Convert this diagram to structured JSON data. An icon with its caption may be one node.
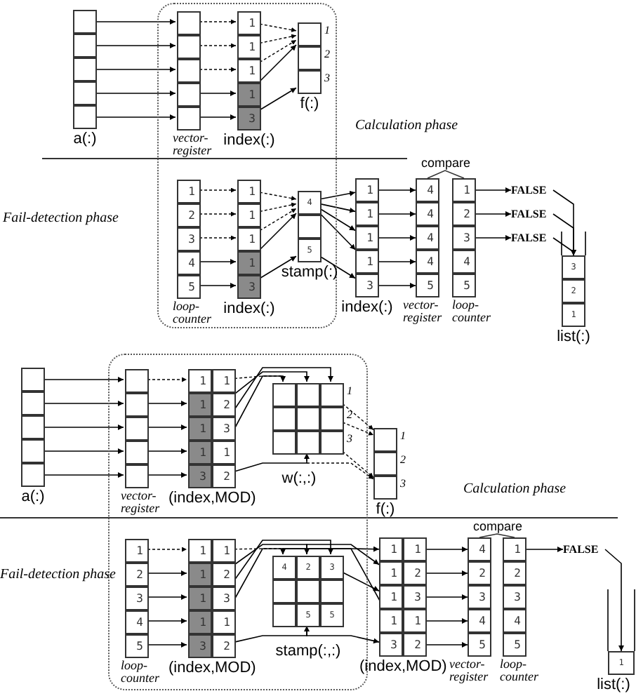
{
  "diagram": {
    "nodes": [
      {
        "text": [
          "a(:)"
        ]
      },
      {
        "text": [],
        "shape": "box",
        "in": 0
      },
      {
        "text": [],
        "shape": "box",
        "in": 0
      },
      {
        "text": [],
        "shape": "box",
        "in": 0
      },
      {
        "text": [],
        "shape": "box",
        "in": 0
      },
      {
        "text": [],
        "shape": "box",
        "in": 0
      },
      {
        "text": [],
        "shape": "box"
      },
      {
        "text": [
          "vector- register"
        ],
        "in": 6
      },
      {
        "text": [],
        "shape": "box",
        "in": 7
      },
      {
        "text": [],
        "shape": "box",
        "in": 7
      },
      {
        "text": [],
        "shape": "box",
        "in": 7
      },
      {
        "text": [],
        "shape": "box",
        "in": 7
      },
      {
        "text": [],
        "shape": "box",
        "in": 7
      },
      {
        "text": [
          "index(:)"
        ],
        "in": 6
      },
      {
        "text": [
          "1"
        ],
        "in": 13
      },
      {
        "text": [
          "1"
        ],
        "in": 13
      },
      {
        "text": [
          "1"
        ],
        "in": 13
      },
      {
        "text": [
          "1"
        ],
        "in": 13
      },
      {
        "text": [
          "3"
        ],
        "in": 13
      },
      {
        "text": [
          "f(:)"
        ],
        "in": 6
      },
      {
        "text": [],
        "shape": "box",
        "in": 19,
        "beside": [
          "1"
        ]
      },
      {
        "text": [],
        "shape": "box",
        "in": 19,
        "beside": [
          "2"
        ]
      },
      {
        "text": [],
        "shape": "box",
        "in": 19,
        "beside": [
          "3"
        ]
      },
      {
        "text": [
          "loop- counter"
        ],
        "in": 6
      },
      {
        "text": [
          "1"
        ],
        "in": 23
      },
      {
        "text": [
          "2"
        ],
        "in": 23
      },
      {
        "text": [
          "3"
        ],
        "in": 23
      },
      {
        "text": [
          "4"
        ],
        "in": 23
      },
      {
        "text": [
          "5"
        ],
        "in": 23
      },
      {
        "text": [
          "index(:)"
        ],
        "in": 6
      },
      {
        "text": [
          "1"
        ],
        "in": 29
      },
      {
        "text": [
          "1"
        ],
        "in": 29
      },
      {
        "text": [
          "1"
        ],
        "in": 29
      },
      {
        "text": [
          "1"
        ],
        "in": 29
      },
      {
        "text": [
          "3"
        ],
        "in": 29
      },
      {
        "text": [
          "stamp(:)"
        ],
        "in": 6
      },
      {
        "text": [
          "4"
        ],
        "in": 35
      },
      {
        "text": [],
        "shape": "box",
        "in": 35
      },
      {
        "text": [
          "5"
        ],
        "in": 35
      },
      {
        "text": [
          "index(:)"
        ]
      },
      {
        "text": [
          "1"
        ],
        "in": 39
      },
      {
        "text": [
          "1"
        ],
        "in": 39
      },
      {
        "text": [
          "1"
        ],
        "in": 39
      },
      {
        "text": [
          "1"
        ],
        "in": 39
      },
      {
        "text": [
          "3"
        ],
        "in": 39
      },
      {
        "text": [
          "vector- register"
        ]
      },
      {
        "text": [
          "4"
        ],
        "in": 45
      },
      {
        "text": [
          "4"
        ],
        "in": 45
      },
      {
        "text": [
          "4"
        ],
        "in": 45
      },
      {
        "text": [
          "4"
        ],
        "in": 45
      },
      {
        "text": [
          "5"
        ],
        "in": 45
      },
      {
        "text": [
          "loop- counter"
        ]
      },
      {
        "text": [
          "1"
        ],
        "in": 51
      },
      {
        "text": [
          "2"
        ],
        "in": 51
      },
      {
        "text": [
          "3"
        ],
        "in": 51
      },
      {
        "text": [
          "4"
        ],
        "in": 51
      },
      {
        "text": [
          "5"
        ],
        "in": 51
      },
      {
        "text": [
          "FALSE"
        ]
      },
      {
        "text": [
          "FALSE"
        ]
      },
      {
        "text": [
          "FALSE"
        ]
      },
      {
        "text": [
          "list(:)"
        ]
      },
      {
        "text": [
          "3"
        ],
        "in": 60
      },
      {
        "text": [
          "2"
        ],
        "in": 60
      },
      {
        "text": [
          "1"
        ],
        "in": 60
      },
      {
        "text": [
          "a(:)"
        ]
      },
      {
        "text": [],
        "shape": "box",
        "in": 64
      },
      {
        "text": [],
        "shape": "box",
        "in": 64
      },
      {
        "text": [],
        "shape": "box",
        "in": 64
      },
      {
        "text": [],
        "shape": "box",
        "in": 64
      },
      {
        "text": [],
        "shape": "box",
        "in": 64
      },
      {
        "text": [],
        "shape": "box"
      },
      {
        "text": [
          "vector- register"
        ],
        "in": 70
      },
      {
        "text": [],
        "shape": "box",
        "in": 71
      },
      {
        "text": [],
        "shape": "box",
        "in": 71
      },
      {
        "text": [],
        "shape": "box",
        "in": 71
      },
      {
        "text": [],
        "shape": "box",
        "in": 71
      },
      {
        "text": [],
        "shape": "box",
        "in": 71
      },
      {
        "text": [
          "(index,MOD)"
        ],
        "in": 70
      },
      {
        "text": [
          "1"
        ],
        "in": 77
      },
      {
        "text": [
          "1"
        ],
        "in": 77
      },
      {
        "text": [
          "1"
        ],
        "in": 77
      },
      {
        "text": [
          "2"
        ],
        "in": 77
      },
      {
        "text": [
          "1"
        ],
        "in": 77
      },
      {
        "text": [
          "3"
        ],
        "in": 77
      },
      {
        "text": [
          "1"
        ],
        "in": 77
      },
      {
        "text": [
          "1"
        ],
        "in": 77
      },
      {
        "text": [
          "3"
        ],
        "in": 77
      },
      {
        "text": [
          "2"
        ],
        "in": 77
      },
      {
        "text": [
          "w(:,:)"
        ],
        "in": 70
      },
      {
        "text": [],
        "shape": "box",
        "in": 88
      },
      {
        "text": [],
        "shape": "box",
        "in": 88
      },
      {
        "text": [],
        "shape": "box",
        "in": 88,
        "beside": [
          "1"
        ]
      },
      {
        "text": [],
        "shape": "box",
        "in": 88
      },
      {
        "text": [],
        "shape": "box",
        "in": 88
      },
      {
        "text": [],
        "shape": "box",
        "in": 88,
        "beside": [
          "2"
        ]
      },
      {
        "text": [],
        "shape": "box",
        "in": 88
      },
      {
        "text": [],
        "shape": "box",
        "in": 88
      },
      {
        "text": [],
        "shape": "box",
        "in": 88,
        "beside": [
          "3"
        ]
      },
      {
        "text": [
          "f(:)"
        ]
      },
      {
        "text": [],
        "shape": "box",
        "in": 98,
        "beside": [
          "1"
        ]
      },
      {
        "text": [],
        "shape": "box",
        "in": 98,
        "beside": [
          "2"
        ]
      },
      {
        "text": [],
        "shape": "box",
        "in": 98,
        "beside": [
          "3"
        ]
      },
      {
        "text": [
          "loop- counter"
        ],
        "in": 70
      },
      {
        "text": [
          "1"
        ],
        "in": 102
      },
      {
        "text": [
          "2"
        ],
        "in": 102
      },
      {
        "text": [
          "3"
        ],
        "in": 102
      },
      {
        "text": [
          "4"
        ],
        "in": 102
      },
      {
        "text": [
          "5"
        ],
        "in": 102
      },
      {
        "text": [
          "(index,MOD)"
        ],
        "in": 70
      },
      {
        "text": [
          "1"
        ],
        "in": 108
      },
      {
        "text": [
          "1"
        ],
        "in": 108
      },
      {
        "text": [
          "1"
        ],
        "in": 108
      },
      {
        "text": [
          "2"
        ],
        "in": 108
      },
      {
        "text": [
          "1"
        ],
        "in": 108
      },
      {
        "text": [
          "3"
        ],
        "in": 108
      },
      {
        "text": [
          "1"
        ],
        "in": 108
      },
      {
        "text": [
          "1"
        ],
        "in": 108
      },
      {
        "text": [
          "3"
        ],
        "in": 108
      },
      {
        "text": [
          "2"
        ],
        "in": 108
      },
      {
        "text": [
          "stamp(:,:)"
        ],
        "in": 70
      },
      {
        "text": [
          "4"
        ],
        "in": 119
      },
      {
        "text": [
          "2"
        ],
        "in": 119
      },
      {
        "text": [
          "3"
        ],
        "in": 119
      },
      {
        "text": [],
        "shape": "box",
        "in": 119
      },
      {
        "text": [],
        "shape": "box",
        "in": 119
      },
      {
        "text": [],
        "shape": "box",
        "in": 119
      },
      {
        "text": [],
        "shape": "box",
        "in": 119
      },
      {
        "text": [
          "5"
        ],
        "in": 119
      },
      {
        "text": [
          "5"
        ],
        "in": 119
      },
      {
        "text": [
          "(index,MOD)"
        ]
      },
      {
        "text": [
          "1"
        ],
        "in": 129
      },
      {
        "text": [
          "1"
        ],
        "in": 129
      },
      {
        "text": [
          "1"
        ],
        "in": 129
      },
      {
        "text": [
          "2"
        ],
        "in": 129
      },
      {
        "text": [
          "1"
        ],
        "in": 129
      },
      {
        "text": [
          "3"
        ],
        "in": 129
      },
      {
        "text": [
          "1"
        ],
        "in": 129
      },
      {
        "text": [
          "1"
        ],
        "in": 129
      },
      {
        "text": [
          "3"
        ],
        "in": 129
      },
      {
        "text": [
          "2"
        ],
        "in": 129
      },
      {
        "text": [
          "vector- register"
        ]
      },
      {
        "text": [
          "4"
        ],
        "in": 140
      },
      {
        "text": [
          "2"
        ],
        "in": 140
      },
      {
        "text": [
          "3"
        ],
        "in": 140
      },
      {
        "text": [
          "4"
        ],
        "in": 140
      },
      {
        "text": [
          "5"
        ],
        "in": 140
      },
      {
        "text": [
          "loop- counter"
        ]
      },
      {
        "text": [
          "1"
        ],
        "in": 146
      },
      {
        "text": [
          "2"
        ],
        "in": 146
      },
      {
        "text": [
          "3"
        ],
        "in": 146
      },
      {
        "text": [
          "4"
        ],
        "in": 146
      },
      {
        "text": [
          "5"
        ],
        "in": 146
      },
      {
        "text": [
          "FALSE"
        ]
      },
      {
        "text": [
          "list(:)"
        ]
      },
      {
        "text": [
          "1"
        ],
        "in": 153
      }
    ],
    "edges": [
      {
        "from": 1,
        "to": 8,
        "arrow": "to"
      },
      {
        "from": 2,
        "to": 9,
        "arrow": "to"
      },
      {
        "from": 3,
        "to": 10,
        "arrow": "to"
      },
      {
        "from": 4,
        "to": 11,
        "arrow": "to"
      },
      {
        "from": 5,
        "to": 12,
        "arrow": "to"
      },
      {
        "from": 8,
        "to": 14,
        "arrow": "to",
        "style": "dashed"
      },
      {
        "from": 9,
        "to": 15,
        "arrow": "to",
        "style": "dashed"
      },
      {
        "from": 10,
        "to": 16,
        "arrow": "to",
        "style": "dashed"
      },
      {
        "from": 11,
        "to": 17,
        "arrow": "to"
      },
      {
        "from": 12,
        "to": 18,
        "arrow": "to"
      },
      {
        "from": 14,
        "to": 20,
        "arrow": "to",
        "style": "dashed"
      },
      {
        "from": 15,
        "to": 20,
        "arrow": "to",
        "style": "dashed"
      },
      {
        "from": 16,
        "to": 20,
        "arrow": "to",
        "style": "dashed"
      },
      {
        "from": 17,
        "to": 20,
        "arrow": "to"
      },
      {
        "from": 18,
        "to": 22,
        "arrow": "to"
      },
      {
        "from": 24,
        "to": 30,
        "arrow": "to",
        "style": "dashed"
      },
      {
        "from": 25,
        "to": 31,
        "arrow": "to",
        "style": "dashed"
      },
      {
        "from": 26,
        "to": 32,
        "arrow": "to",
        "style": "dashed"
      },
      {
        "from": 27,
        "to": 33,
        "arrow": "to"
      },
      {
        "from": 28,
        "to": 34,
        "arrow": "to"
      },
      {
        "from": 30,
        "to": 36,
        "arrow": "to",
        "style": "dashed"
      },
      {
        "from": 31,
        "to": 36,
        "arrow": "to",
        "style": "dashed"
      },
      {
        "from": 32,
        "to": 36,
        "arrow": "to",
        "style": "dashed"
      },
      {
        "from": 33,
        "to": 36,
        "arrow": "to"
      },
      {
        "from": 34,
        "to": 38,
        "arrow": "to"
      },
      {
        "from": 36,
        "to": 40,
        "arrow": "to"
      },
      {
        "from": 36,
        "to": 41,
        "arrow": "to"
      },
      {
        "from": 36,
        "to": 42,
        "arrow": "to"
      },
      {
        "from": 36,
        "to": 43,
        "arrow": "to"
      },
      {
        "from": 38,
        "to": 44,
        "arrow": "to"
      },
      {
        "from": 40,
        "to": 46,
        "arrow": "to"
      },
      {
        "from": 41,
        "to": 47,
        "arrow": "to"
      },
      {
        "from": 42,
        "to": 48,
        "arrow": "to"
      },
      {
        "from": 43,
        "to": 49,
        "arrow": "to"
      },
      {
        "from": 44,
        "to": 50,
        "arrow": "to"
      },
      {
        "from": 52,
        "to": 57,
        "arrow": "to"
      },
      {
        "from": 53,
        "to": 58,
        "arrow": "to"
      },
      {
        "from": 54,
        "to": 59,
        "arrow": "to"
      },
      {
        "from": 57,
        "to": 61,
        "arrow": "to"
      },
      {
        "from": 58,
        "to": 61,
        "arrow": "to"
      },
      {
        "from": 59,
        "to": 61,
        "arrow": "to"
      },
      {
        "from": 65,
        "to": 72,
        "arrow": "to"
      },
      {
        "from": 66,
        "to": 73,
        "arrow": "to"
      },
      {
        "from": 67,
        "to": 74,
        "arrow": "to"
      },
      {
        "from": 68,
        "to": 75,
        "arrow": "to"
      },
      {
        "from": 69,
        "to": 76,
        "arrow": "to"
      },
      {
        "from": 72,
        "to": 78,
        "arrow": "to",
        "style": "dashed"
      },
      {
        "from": 73,
        "to": 80,
        "arrow": "to"
      },
      {
        "from": 74,
        "to": 82,
        "arrow": "to"
      },
      {
        "from": 75,
        "to": 84,
        "arrow": "to"
      },
      {
        "from": 76,
        "to": 86,
        "arrow": "to"
      },
      {
        "from": 79,
        "to": 89,
        "arrow": "to",
        "style": "dashed"
      },
      {
        "from": 81,
        "to": 90,
        "arrow": "to"
      },
      {
        "from": 83,
        "to": 91,
        "arrow": "to"
      },
      {
        "from": 85,
        "to": 89,
        "arrow": "to"
      },
      {
        "from": 87,
        "to": 96,
        "arrow": "to"
      },
      {
        "from": 91,
        "to": 99,
        "arrow": "to",
        "style": "dashed"
      },
      {
        "from": 94,
        "to": 99,
        "arrow": "to",
        "style": "dashed"
      },
      {
        "from": 97,
        "to": 101,
        "arrow": "to",
        "style": "dashed"
      },
      {
        "from": 96,
        "to": 101,
        "arrow": "to",
        "style": "dashed"
      },
      {
        "from": 103,
        "to": 109,
        "arrow": "to",
        "style": "dashed"
      },
      {
        "from": 104,
        "to": 111,
        "arrow": "to"
      },
      {
        "from": 105,
        "to": 113,
        "arrow": "to"
      },
      {
        "from": 106,
        "to": 115,
        "arrow": "to"
      },
      {
        "from": 107,
        "to": 117,
        "arrow": "to"
      },
      {
        "from": 110,
        "to": 120,
        "arrow": "to",
        "style": "dashed"
      },
      {
        "from": 112,
        "to": 121,
        "arrow": "to"
      },
      {
        "from": 114,
        "to": 122,
        "arrow": "to"
      },
      {
        "from": 116,
        "to": 120,
        "arrow": "to"
      },
      {
        "from": 118,
        "to": 127,
        "arrow": "to"
      },
      {
        "from": 120,
        "to": 130,
        "arrow": "to"
      },
      {
        "from": 121,
        "to": 132,
        "arrow": "to"
      },
      {
        "from": 122,
        "to": 134,
        "arrow": "to"
      },
      {
        "from": 120,
        "to": 136,
        "arrow": "to"
      },
      {
        "from": 127,
        "to": 138,
        "arrow": "to"
      },
      {
        "from": 131,
        "to": 141,
        "arrow": "to"
      },
      {
        "from": 133,
        "to": 142,
        "arrow": "to"
      },
      {
        "from": 135,
        "to": 143,
        "arrow": "to"
      },
      {
        "from": 137,
        "to": 144,
        "arrow": "to"
      },
      {
        "from": 139,
        "to": 145,
        "arrow": "to"
      },
      {
        "from": 147,
        "to": 152,
        "arrow": "to"
      },
      {
        "from": 152,
        "to": 154,
        "arrow": "to"
      }
    ],
    "labels": [
      "Calculation phase",
      "compare",
      "Fail-detection phase",
      "Calculation phase",
      "compare",
      "Fail-detection phase"
    ]
  }
}
